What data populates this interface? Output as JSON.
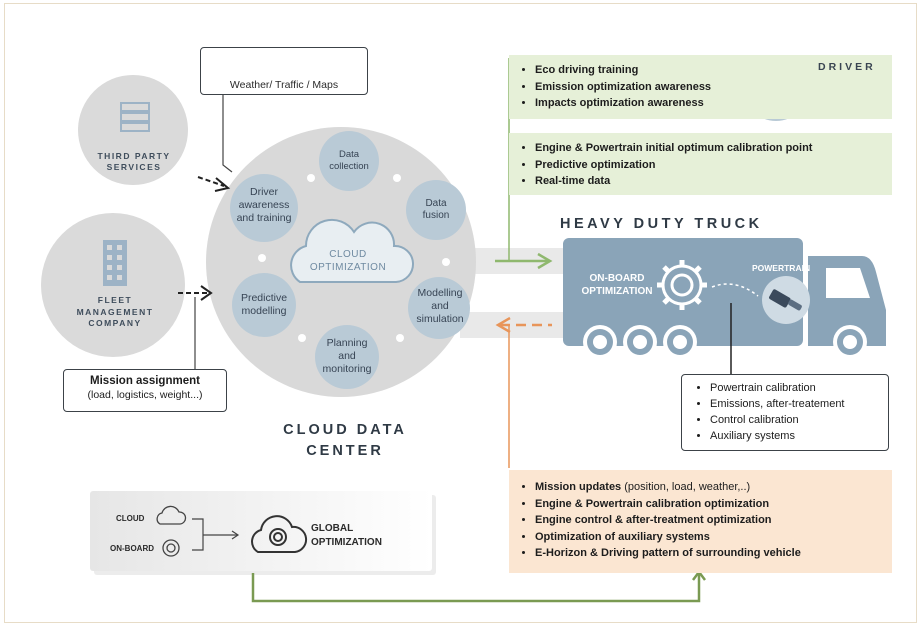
{
  "weather_box": {
    "label": "Weather/ Traffic / Maps",
    "icons": [
      "cloud-rain-icon",
      "traffic-light-icon",
      "signpost-icon"
    ]
  },
  "third_party": {
    "label_line1": "THIRD PARTY",
    "label_line2": "SERVICES",
    "icon": "server-icon"
  },
  "fleet": {
    "label_line1": "FLEET",
    "label_line2": "MANAGEMENT",
    "label_line3": "COMPANY",
    "icon": "building-icon"
  },
  "mission_assignment": {
    "title": "Mission assignment",
    "detail": "(load, logistics, weight...)"
  },
  "cloud_center": {
    "center_label_line1": "CLOUD",
    "center_label_line2": "OPTIMIZATION",
    "title_line1": "CLOUD DATA",
    "title_line2": "CENTER",
    "nodes": {
      "data_collection": {
        "line1": "Data",
        "line2": "collection"
      },
      "data_fusion": {
        "line1": "Data",
        "line2": "fusion"
      },
      "modelling": {
        "line1": "Modelling",
        "line2": "and",
        "line3": "simulation"
      },
      "planning": {
        "line1": "Planning",
        "line2": "and",
        "line3": "monitoring"
      },
      "predictive": {
        "line1": "Predictive",
        "line2": "modelling"
      },
      "driver_training": {
        "line1": "Driver",
        "line2": "awareness",
        "line3": "and training"
      }
    }
  },
  "driver": {
    "label": "DRIVER",
    "bullets": [
      "Eco driving training",
      "Emission optimization awareness",
      "Impacts optimization awareness"
    ]
  },
  "engine_box": {
    "bullets": [
      "Engine & Powertrain initial optimum calibration point",
      "Predictive optimization",
      "Real-time data"
    ]
  },
  "truck": {
    "title": "HEAVY DUTY TRUCK",
    "onboard_line1": "ON-BOARD",
    "onboard_line2": "OPTIMIZATION",
    "powertrain": "POWERTRAIN",
    "color": "#8aa4b8"
  },
  "powertrain_box": {
    "bullets": [
      "Powertrain calibration",
      "Emissions, after-treatement",
      "Control calibration",
      "Auxiliary systems"
    ]
  },
  "mission_updates": {
    "first_bold": "Mission updates",
    "first_rest": " (position, load, weather,..)",
    "bullets": [
      "Engine & Powertrain calibration optimization",
      "Engine control & after-treatment optimization",
      "Optimization of auxiliary systems",
      "E-Horizon & Driving pattern of surrounding vehicle"
    ]
  },
  "global": {
    "cloud_label": "CLOUD",
    "onboard_label": "ON-BOARD",
    "title_line1": "GLOBAL",
    "title_line2": "OPTIMIZATION"
  },
  "colors": {
    "circle_bg": "#dadada",
    "node_fill": "#b9cad6",
    "green_box": "#e6f0d8",
    "orange_box": "#fbe6d2",
    "arrow_green": "#8fb86e",
    "arrow_orange": "#e8955a",
    "feedback_line": "#7a9a52"
  }
}
